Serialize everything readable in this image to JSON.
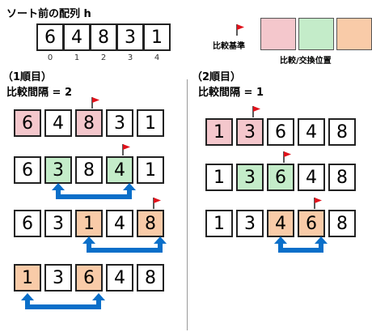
{
  "header": {
    "title": "ソート前の配列 h",
    "array": [
      "6",
      "4",
      "8",
      "3",
      "1"
    ],
    "indices": [
      "0",
      "1",
      "2",
      "3",
      "4"
    ]
  },
  "legend": {
    "pivot_label": "比較基準",
    "swap_label": "比較/交換位置",
    "colors": {
      "pink": "#f4c7cc",
      "green": "#c4ecc9",
      "orange": "#f9cba8",
      "flag": "#e0121b",
      "arrow": "#0a6fc9"
    }
  },
  "pass1": {
    "heading": "（1順目）",
    "gap_label": "比較間隔 = 2",
    "rows": [
      [
        "6",
        "4",
        "8",
        "3",
        "1"
      ],
      [
        "6",
        "3",
        "8",
        "4",
        "1"
      ],
      [
        "6",
        "3",
        "1",
        "4",
        "8"
      ],
      [
        "1",
        "3",
        "6",
        "4",
        "8"
      ]
    ]
  },
  "pass2": {
    "heading": "（2順目）",
    "gap_label": "比較間隔 = 1",
    "rows": [
      [
        "1",
        "3",
        "6",
        "4",
        "8"
      ],
      [
        "1",
        "3",
        "6",
        "4",
        "8"
      ],
      [
        "1",
        "3",
        "4",
        "6",
        "8"
      ]
    ]
  }
}
